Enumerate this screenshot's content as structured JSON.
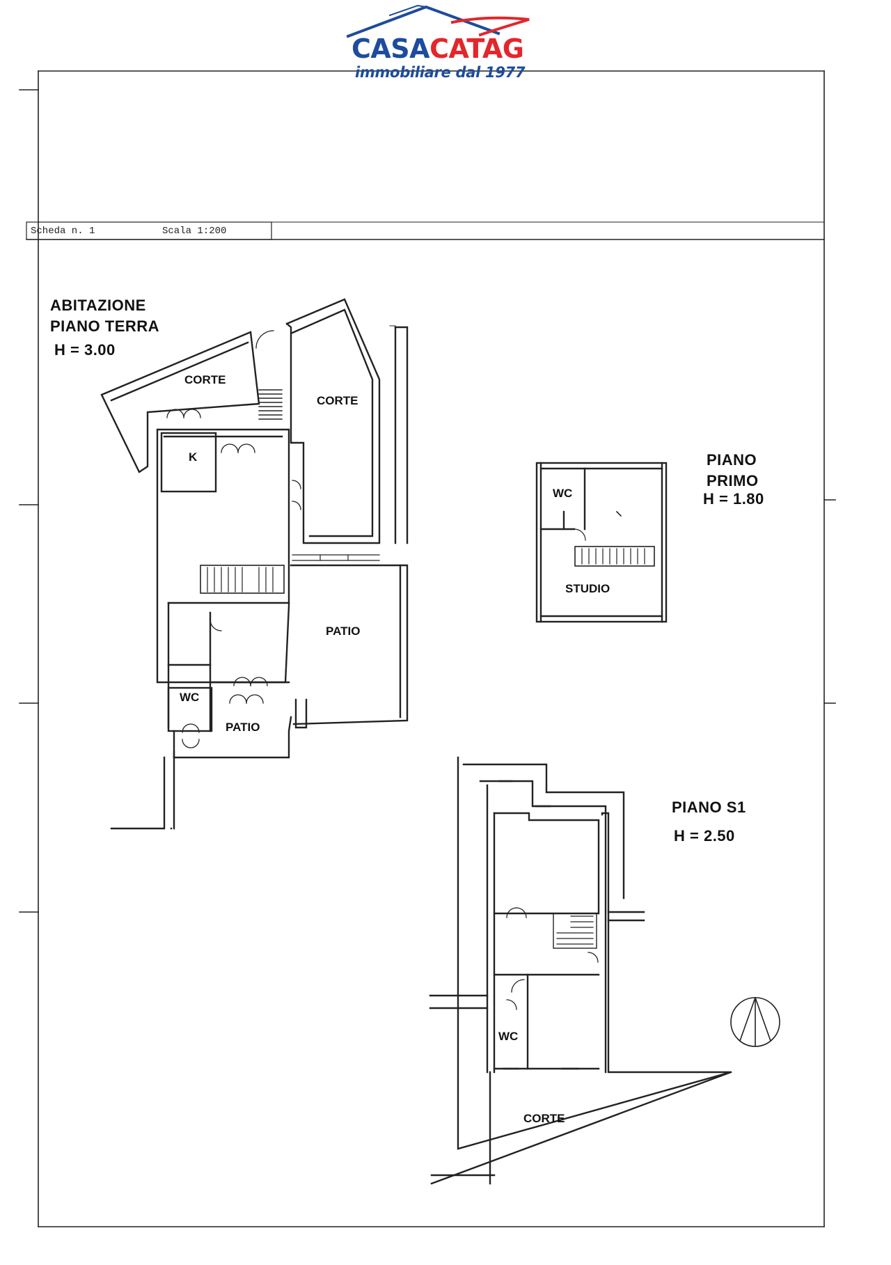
{
  "logo": {
    "brand_part1": "CASA",
    "brand_part2": "CATAG",
    "tagline": "immobiliare dal 1977",
    "brand_blue": "#1d4c9c",
    "brand_red": "#e3262b"
  },
  "sheet": {
    "scheda": "Scheda n. 1",
    "scale": "Scala 1:200"
  },
  "ground_floor": {
    "title_line1": "ABITAZIONE",
    "title_line2": "PIANO TERRA",
    "height": "H = 3.00",
    "rooms": [
      "CORTE",
      "CORTE",
      "K",
      "PATIO",
      "WC",
      "PATIO"
    ]
  },
  "first_floor": {
    "title_line1": "PIANO",
    "title_line2": "PRIMO",
    "height": "H = 1.80",
    "rooms": [
      "WC",
      "STUDIO"
    ]
  },
  "basement": {
    "title": "PIANO S1",
    "height": "H = 2.50",
    "rooms": [
      "WC",
      "CORTE"
    ]
  },
  "north_arrow_icon": "north-arrow-icon"
}
